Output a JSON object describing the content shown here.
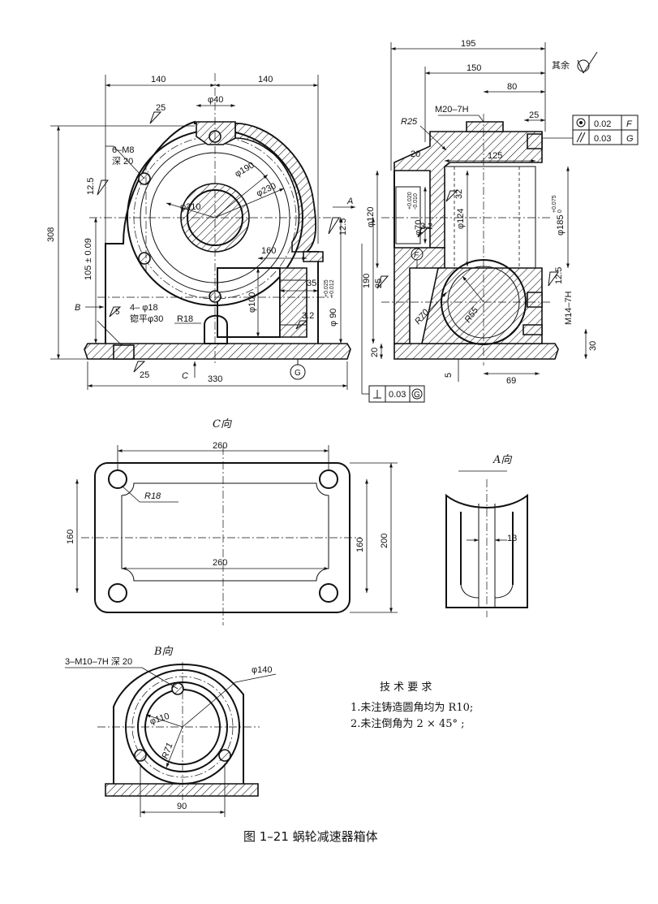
{
  "top_view": {
    "dim_140_left": "140",
    "dim_140_right": "140",
    "dim_phi40": "φ40",
    "rough_25_top": "25",
    "holes_6m8": "6–M8",
    "depth_20": "深 20",
    "dim_phi190": "φ190",
    "dim_phi210": "φ210",
    "dim_phi230": "φ230",
    "rough_12_5": "12.5",
    "dim_308": "308",
    "dim_105": "105 ± 0.09",
    "dim_160": "160",
    "dim_35": "35",
    "dim_phi100": "φ100",
    "dim_phi90": "φ 90",
    "tol_phi90_up": "+0.025",
    "tol_phi90_dn": "+0.012",
    "holes_4phi18": "4– φ18",
    "spotface": "锪平φ30",
    "r18": "R18",
    "rough_3_2": "3.2",
    "rough_5": "5",
    "rough_25_bottom": "25",
    "dim_330": "330",
    "label_b": "B",
    "label_c": "C",
    "datum_g": "G"
  },
  "side_view": {
    "dim_195": "195",
    "dim_150": "150",
    "dim_80": "80",
    "dim_25": "25",
    "other_rough": "其余",
    "m20": "M20–7H",
    "r25": "R25",
    "dim_20": "20",
    "dim_125": "125",
    "dim_phi120": "φ120",
    "dim_phi70": "φ70",
    "tol_phi70_up": "+0.020",
    "tol_phi70_dn": "-0.010",
    "rough_32": "32",
    "dim_phi124": "φ124",
    "rough_3_2b": "3.2",
    "dim_phi185": "φ185",
    "tol_phi185_up": "+0.075",
    "tol_phi185_dn": "0",
    "datum_f": "F",
    "rough_12_5b": "12.5",
    "rough_25b": "25",
    "dim_190": "190",
    "r70": "R70",
    "r55": "R55",
    "m14": "M14–7H",
    "dim_20b": "20",
    "dim_5": "5",
    "dim_69": "69",
    "dim_30": "30",
    "label_a": "A",
    "rough_12_5c": "12.5"
  },
  "gdt": {
    "row1_value": "0.02",
    "row1_datum": "F",
    "row2_value": "0.03",
    "row2_datum": "G",
    "perp_value": "0.03",
    "perp_datum": "G"
  },
  "view_c": {
    "title": "C向",
    "dim_260_top": "260",
    "dim_260_mid": "260",
    "r18": "R18",
    "dim_160_left": "160",
    "dim_160_right": "160",
    "dim_200": "200"
  },
  "view_a": {
    "title": "A向",
    "dim_13": "13"
  },
  "view_b": {
    "title": "B向",
    "holes": "3–M10–7H 深 20",
    "dim_phi140": "φ140",
    "dim_phi110": "φ110",
    "r71": "R71",
    "dim_90": "90"
  },
  "notes": {
    "heading": "技 术 要 求",
    "item1": "1.未注铸造圆角均为 R10;",
    "item2": "2.未注倒角为 2 × 45° ;"
  },
  "caption": "图 1–21    蜗轮减速器箱体"
}
